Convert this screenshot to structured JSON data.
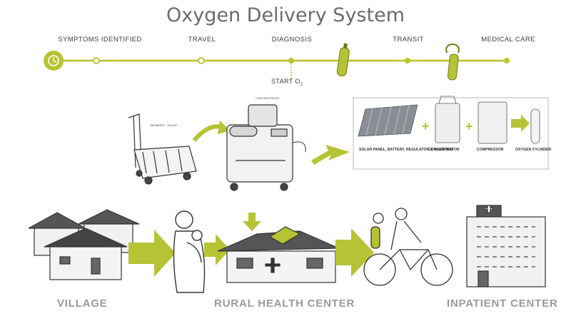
{
  "title": "Oxygen Delivery System",
  "timeline": {
    "stages": [
      "SYMPTOMS IDENTIFIED",
      "TRAVEL",
      "DIAGNOSIS",
      "TRANSIT",
      "MEDICAL CARE"
    ],
    "start_label": "START O",
    "start_sub": "2"
  },
  "equipment": {
    "labels": [
      "SOLAR PANEL, BATTERY, REGULATOR & INVERTER",
      "CONCENTRATOR",
      "COMPRESSOR",
      "OXYGEN CYLINDER"
    ],
    "operator": "+"
  },
  "places": [
    "VILLAGE",
    "RURAL HEALTH CENTER",
    "INPATIENT CENTER"
  ],
  "colors": {
    "accent": "#b5c334",
    "accent_dark": "#93a31d",
    "line": "#b9c52b",
    "label_gray": "#9a9a9a"
  }
}
